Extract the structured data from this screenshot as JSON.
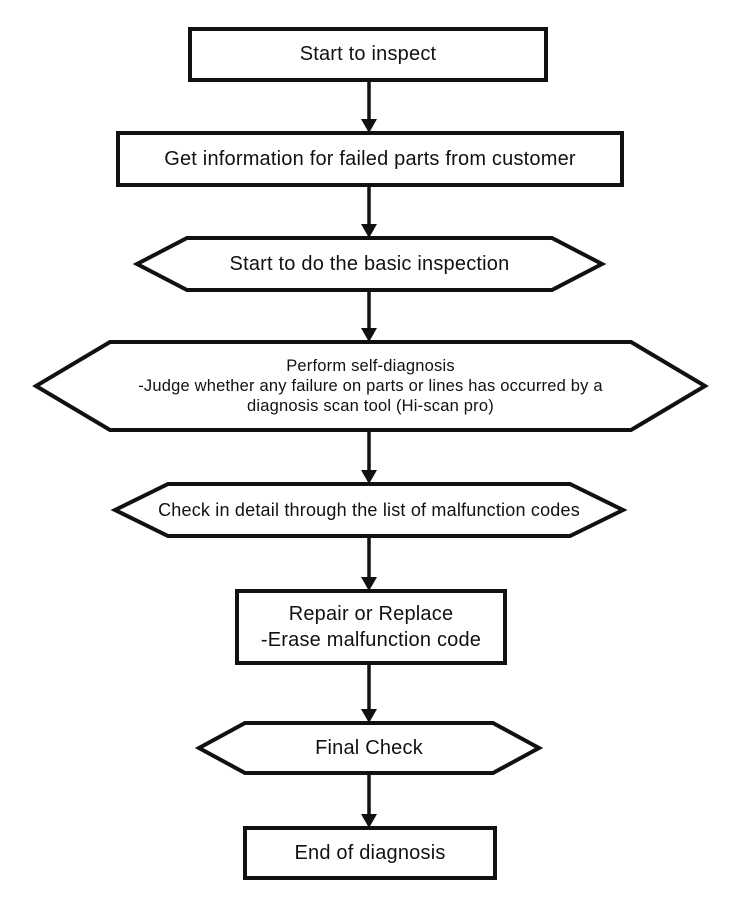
{
  "diagram": {
    "type": "flowchart",
    "description": "Diagnosis procedure flowchart",
    "colors": {
      "ink": "#111111",
      "fill": "#ffffff",
      "background": "#ffffff"
    },
    "nodes": [
      {
        "id": "start-to-inspect",
        "shape": "rectangle",
        "label": "Start to inspect"
      },
      {
        "id": "get-information",
        "shape": "rectangle",
        "label": "Get information for failed parts from customer"
      },
      {
        "id": "basic-inspection",
        "shape": "hexagon",
        "label": "Start to do the basic inspection"
      },
      {
        "id": "self-diagnosis",
        "shape": "hexagon",
        "label": "Perform self-diagnosis\n-Judge whether any failure on parts or lines has occurred by a\ndiagnosis scan tool (Hi-scan pro)"
      },
      {
        "id": "check-malfunction-codes",
        "shape": "hexagon",
        "label": "Check in detail through the list of malfunction codes"
      },
      {
        "id": "repair-or-replace",
        "shape": "rectangle",
        "label": "Repair or Replace\n-Erase malfunction code"
      },
      {
        "id": "final-check",
        "shape": "hexagon",
        "label": "Final Check"
      },
      {
        "id": "end-of-diagnosis",
        "shape": "rectangle",
        "label": "End of diagnosis"
      }
    ],
    "edges": [
      {
        "from": "start-to-inspect",
        "to": "get-information"
      },
      {
        "from": "get-information",
        "to": "basic-inspection"
      },
      {
        "from": "basic-inspection",
        "to": "self-diagnosis"
      },
      {
        "from": "self-diagnosis",
        "to": "check-malfunction-codes"
      },
      {
        "from": "check-malfunction-codes",
        "to": "repair-or-replace"
      },
      {
        "from": "repair-or-replace",
        "to": "final-check"
      },
      {
        "from": "final-check",
        "to": "end-of-diagnosis"
      }
    ]
  }
}
